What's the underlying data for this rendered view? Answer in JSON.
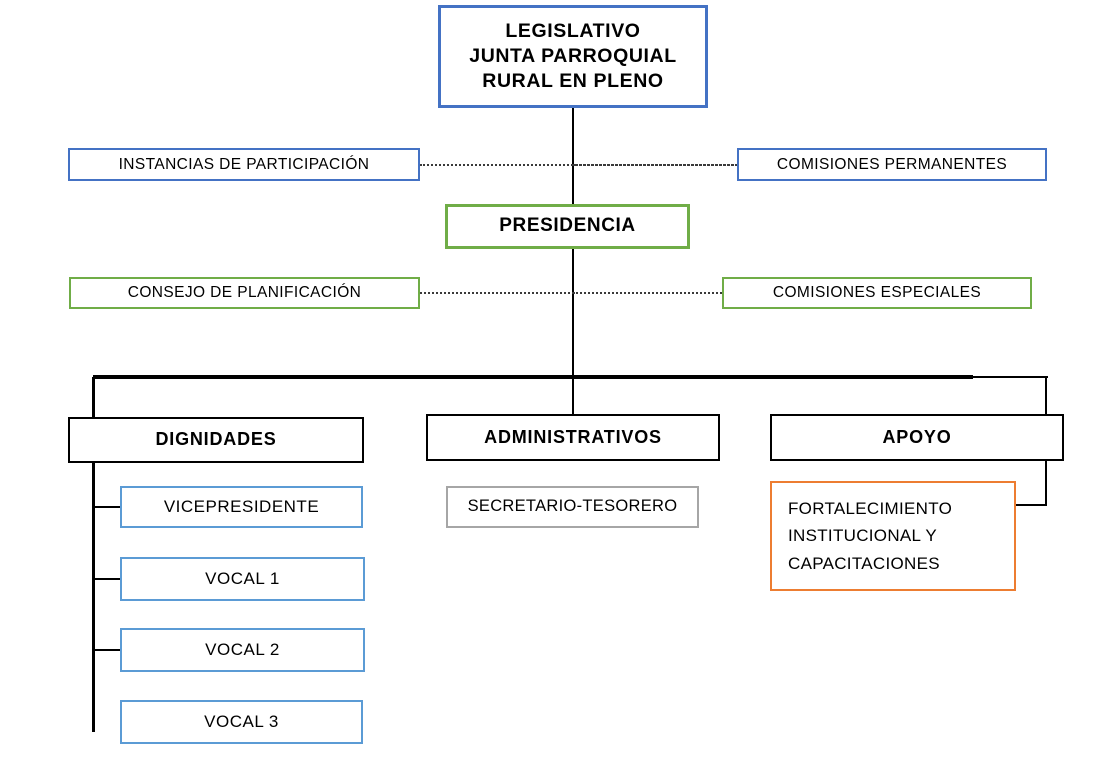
{
  "diagram": {
    "title": "Organigrama Junta Parroquial Rural",
    "colors": {
      "blue": "#4472C4",
      "light_blue": "#5B9BD5",
      "green": "#70AD47",
      "orange": "#ED7D31",
      "grey": "#A6A6A6",
      "black": "#000000"
    },
    "nodes": {
      "legislativo": "LEGISLATIVO\nJUNTA PARROQUIAL\nRURAL EN PLENO",
      "instancias_participacion": "INSTANCIAS DE PARTICIPACIÓN",
      "comisiones_permanentes": "COMISIONES  PERMANENTES",
      "presidencia": "PRESIDENCIA",
      "consejo_planificacion": "CONSEJO DE PLANIFICACIÓN",
      "comisiones_especiales": "COMISIONES  ESPECIALES",
      "dignidades": "DIGNIDADES",
      "administrativos": "ADMINISTRATIVOS",
      "apoyo": "APOYO",
      "vicepresidente": "VICEPRESIDENTE",
      "vocal_1": "VOCAL 1",
      "vocal_2": "VOCAL 2",
      "vocal_3": "VOCAL 3",
      "secretario_tesorero": "SECRETARIO-TESORERO",
      "fortalecimiento": "FORTALECIMIENTO\nINSTITUCIONAL   Y\nCAPACITACIONES"
    }
  }
}
